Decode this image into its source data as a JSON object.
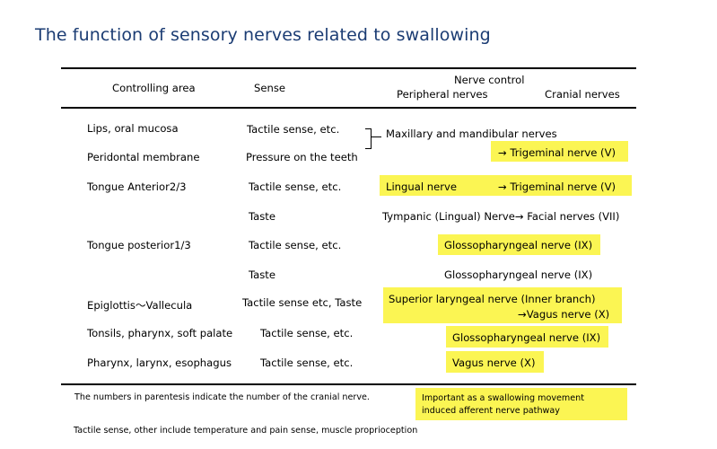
{
  "title": "The function of sensory nerves related to swallowing",
  "header": {
    "controlling_area": "Controlling area",
    "sense": "Sense",
    "nerve_control": "Nerve control",
    "peripheral": "Peripheral nerves",
    "cranial": "Cranial nerves"
  },
  "rows": [
    {
      "area": "Lips, oral mucosa",
      "sense": "Tactile sense, etc.",
      "nerve": "Maxillary and mandibular nerves"
    },
    {
      "area": "Peridontal membrane",
      "sense": "Pressure on the teeth",
      "nerve": "→ Trigeminal nerve (V)"
    },
    {
      "area": "Tongue Anterior2/3",
      "sense": "Tactile sense, etc.",
      "nerve_peripheral": "Lingual nerve",
      "nerve_cranial": "→ Trigeminal nerve (V)"
    },
    {
      "area": "",
      "sense": "Taste",
      "nerve": "Tympanic (Lingual) Nerve→ Facial nerves (VII)"
    },
    {
      "area": "Tongue posterior1/3",
      "sense": "Tactile sense, etc.",
      "nerve": "Glossopharyngeal nerve (IX)"
    },
    {
      "area": "",
      "sense": "Taste",
      "nerve": "Glossopharyngeal nerve (IX)"
    },
    {
      "area": "Epiglottis～Vallecula",
      "sense": "Tactile sense etc, Taste",
      "nerve_line1": "Superior laryngeal nerve (Inner branch)",
      "nerve_line2": "→Vagus nerve (X)"
    },
    {
      "area": "Tonsils, pharynx, soft palate",
      "sense": "Tactile sense, etc.",
      "nerve": "Glossopharyngeal nerve (IX)"
    },
    {
      "area": "Pharynx, larynx, esophagus",
      "sense": "Tactile sense, etc.",
      "nerve": "Vagus nerve (X)"
    }
  ],
  "notes": {
    "numbers": "The numbers in parentesis indicate the number of the cranial nerve.",
    "tactile": "Tactile sense, other include temperature and pain sense, muscle proprioception"
  },
  "legend": {
    "line1": "Important as a swallowing movement",
    "line2": "induced afferent nerve pathway"
  },
  "colors": {
    "highlight": "#fbf553",
    "title": "#1b3c73"
  }
}
